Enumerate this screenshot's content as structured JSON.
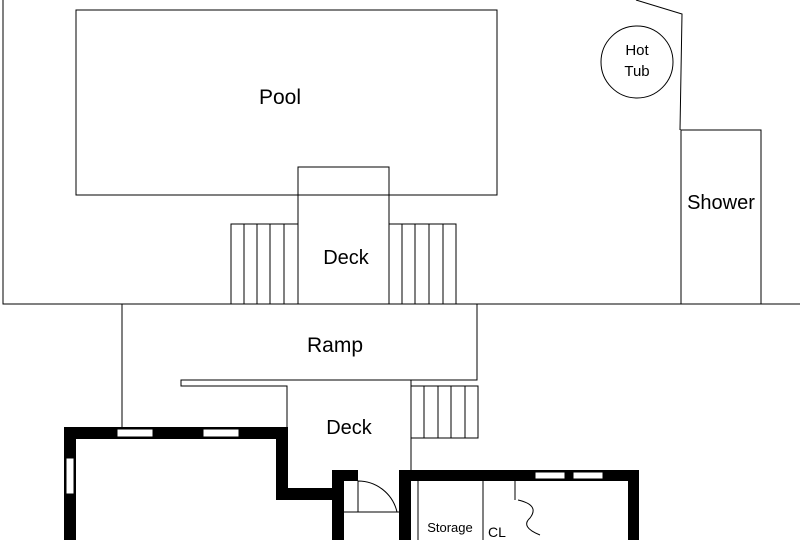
{
  "labels": {
    "pool": "Pool",
    "hot_tub_line1": "Hot",
    "hot_tub_line2": "Tub",
    "shower": "Shower",
    "upper_deck": "Deck",
    "ramp": "Ramp",
    "lower_deck": "Deck",
    "storage": "Storage",
    "closet": "CL"
  }
}
